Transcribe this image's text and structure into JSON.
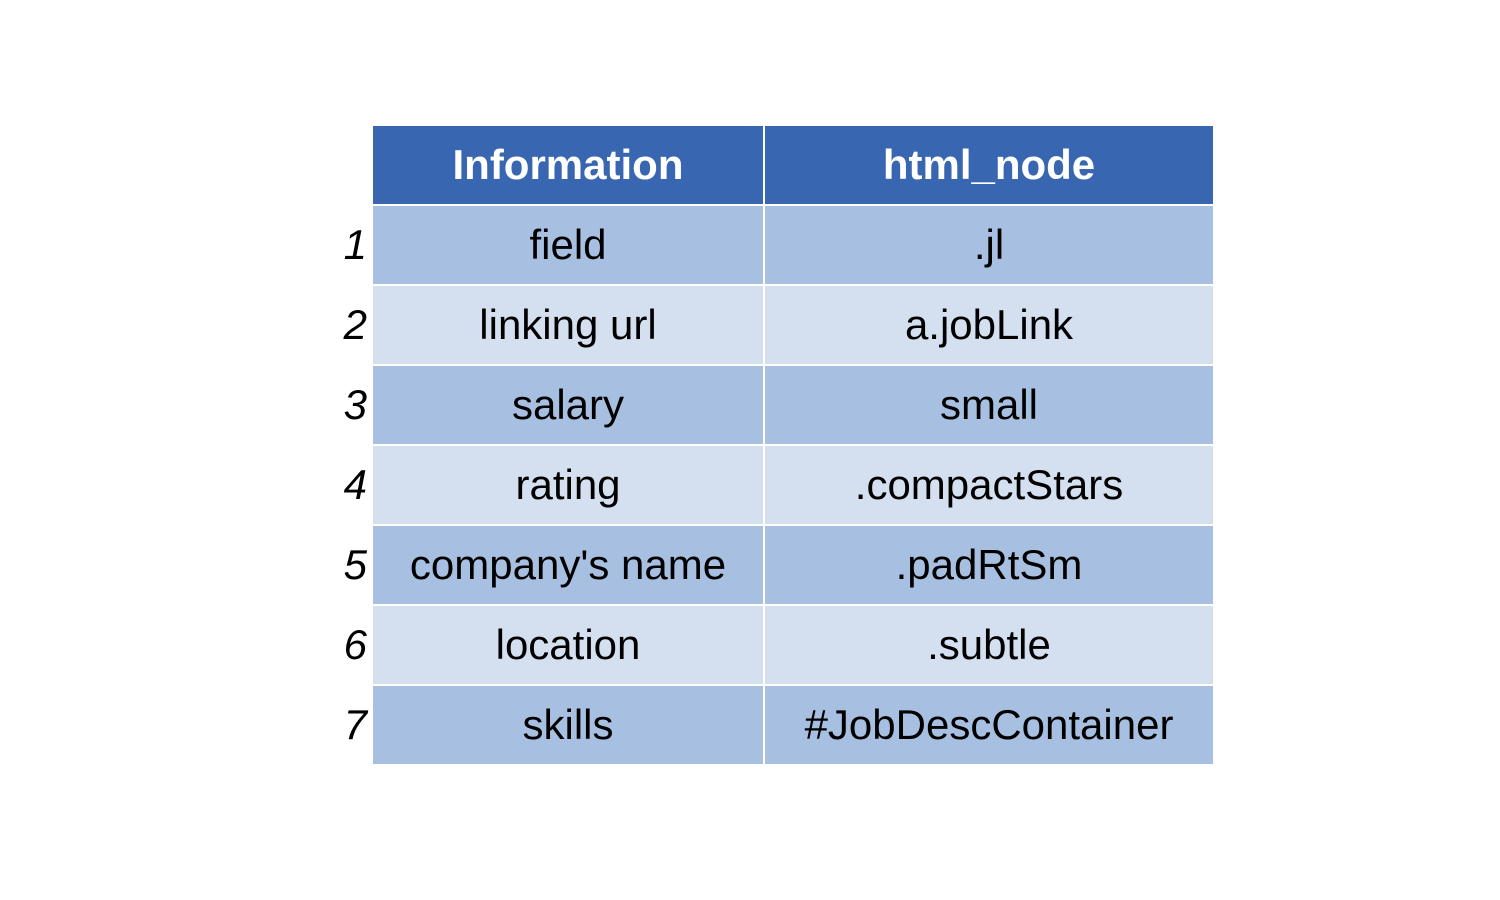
{
  "table": {
    "headers": [
      "Information",
      "html_node"
    ],
    "rows": [
      {
        "index": "1",
        "information": "field",
        "html_node": ".jl"
      },
      {
        "index": "2",
        "information": "linking url",
        "html_node": "a.jobLink"
      },
      {
        "index": "3",
        "information": "salary",
        "html_node": "small"
      },
      {
        "index": "4",
        "information": "rating",
        "html_node": ".compactStars"
      },
      {
        "index": "5",
        "information": "company's name",
        "html_node": ".padRtSm"
      },
      {
        "index": "6",
        "information": "location",
        "html_node": ".subtle"
      },
      {
        "index": "7",
        "information": "skills",
        "html_node": "#JobDescContainer"
      }
    ]
  },
  "colors": {
    "header_bg": "#3866b0",
    "row_dark": "#a7bfe0",
    "row_light": "#d4e0f0"
  }
}
